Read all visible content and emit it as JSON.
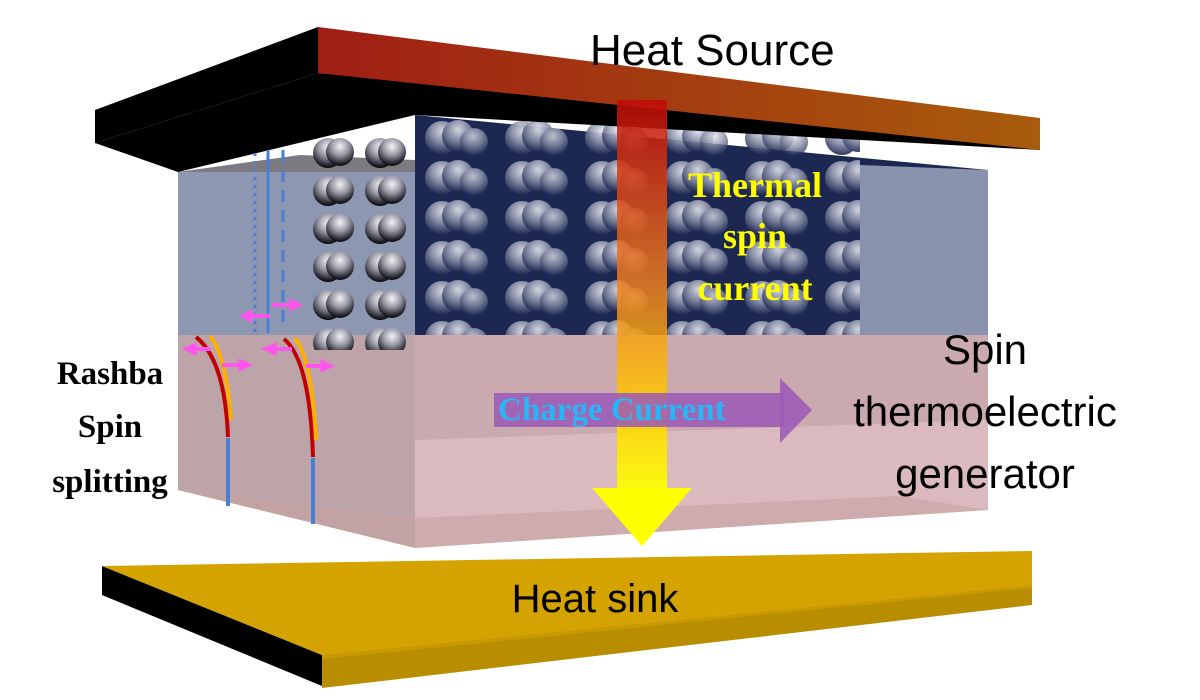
{
  "diagram": {
    "labels": {
      "heat_source": "Heat Source",
      "heat_sink": "Heat sink",
      "thermal_line1": "Thermal",
      "thermal_line2": "spin",
      "thermal_line3": "current",
      "charge_current": "Charge Current",
      "generator_line1": "Spin",
      "generator_line2": "thermoelectric",
      "generator_line3": "generator",
      "rashba_line1": "Rashba",
      "rashba_line2": "Spin",
      "rashba_line3": "splitting"
    },
    "colors": {
      "heat_source_top_left": "#a01e14",
      "heat_source_top_right": "#a55a10",
      "heat_source_side": "#000000",
      "heat_sink_top": "#d4a300",
      "heat_sink_front": "#b88d00",
      "heat_sink_side": "#000000",
      "upper_layer": "#8e97b1",
      "upper_layer_dark": "#1a2550",
      "lower_layer": "#c9a8ad",
      "thermal_arrow_top": "#c8100a",
      "thermal_arrow_bottom": "#ffff00",
      "thermal_text": "#ffff00",
      "charge_arrow": "#9b59b6",
      "charge_text": "#29b6f6",
      "spin_arrow": "#ff55ee",
      "band_red": "#c00000",
      "band_yellow": "#ffb000",
      "band_blue": "#4a7fd4"
    }
  }
}
